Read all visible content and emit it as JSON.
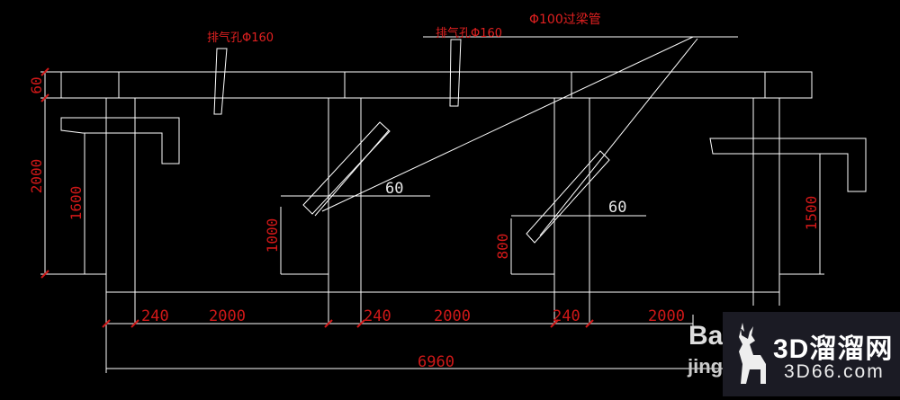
{
  "annotations": {
    "vent_left": "排气孔Φ160",
    "vent_mid": "排气孔Φ160",
    "pipe": "Φ100过梁管"
  },
  "dimensions": {
    "slab_thickness": "60",
    "height_total": "2000",
    "height_left": "1600",
    "height_1000": "1000",
    "height_800": "800",
    "height_right": "1500",
    "angle_left": "60",
    "angle_right": "60",
    "span_a1": "240",
    "span_a2": "2000",
    "span_b1": "240",
    "span_b2": "2000",
    "span_c1": "240",
    "span_c2": "2000",
    "total_width": "6960"
  },
  "colors": {
    "background": "#000000",
    "line": "#ffffff",
    "dimension_text": "#d01818",
    "annotation_text": "#e02020",
    "leader_text": "#e8e8e8"
  },
  "watermark": {
    "brand_big": "3D溜溜网",
    "brand_small": "3D66.com",
    "partial_a": "Ba",
    "partial_b": "jing",
    "logo_icon": "deer-icon"
  }
}
